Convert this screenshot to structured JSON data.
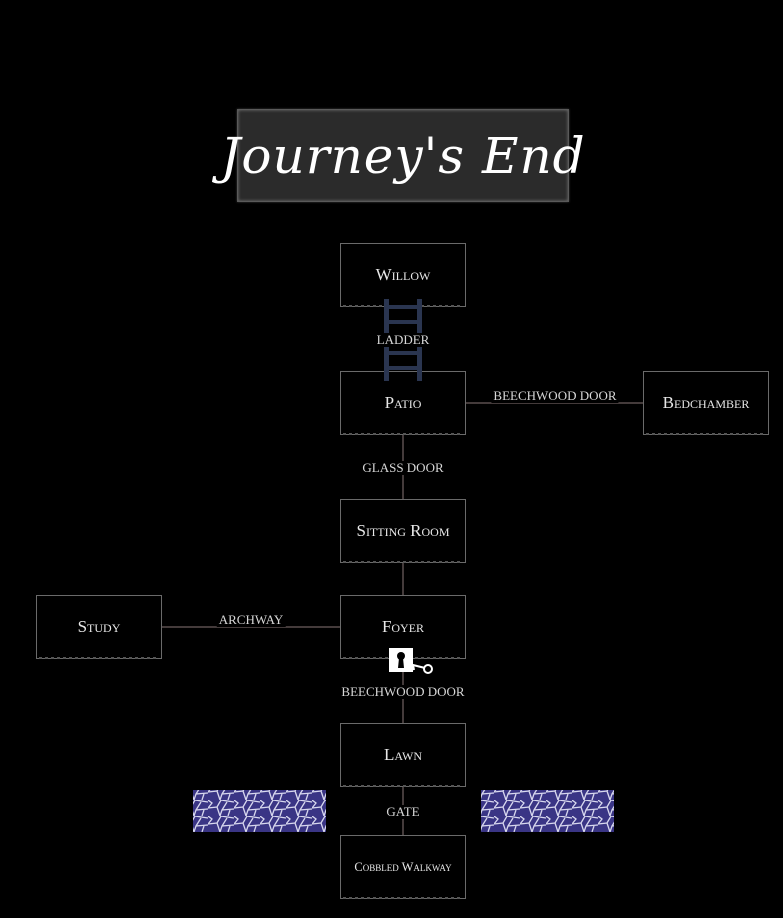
{
  "title": "Journey's End",
  "rooms": {
    "willow": "Willow",
    "patio": "Patio",
    "bedchamber": "Bedchamber",
    "sitting_room": "Sitting Room",
    "study": "Study",
    "foyer": "Foyer",
    "lawn": "Lawn",
    "cobbled_walkway": "Cobbled Walkway"
  },
  "connections": {
    "ladder": "LADDER",
    "beechwood_door_east": "BEECHWOOD DOOR",
    "glass_door": "GLASS DOOR",
    "archway": "ARCHWAY",
    "beechwood_door_south": "BEECHWOOD DOOR",
    "gate": "GATE"
  },
  "icons": {
    "ladder": "ladder-icon",
    "lock": "lock-and-key-icon",
    "wall": "stone-wall-icon"
  },
  "colors": {
    "background": "#000000",
    "room_border": "#6a6a6a",
    "connector": "#5b4f4f",
    "title_bg": "#2b2b2b",
    "wall_stone": "#3a3585",
    "ladder": "#2a3550"
  }
}
